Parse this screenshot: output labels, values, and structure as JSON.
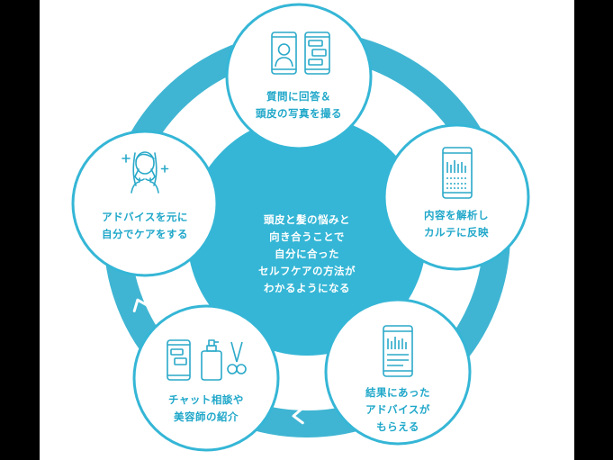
{
  "colors": {
    "accent": "#35b6d6",
    "ring": "#3fb5d3",
    "text": "#1fa7c9",
    "icon": "#2aa9c9",
    "background": "#ffffff"
  },
  "center": {
    "lines": [
      "頭皮と髪の悩みと",
      "向き合うことで",
      "自分に合った",
      "セルフケアの方法が",
      "わかるようになる"
    ]
  },
  "steps": [
    {
      "icon": "phone-chat-icon",
      "lines": [
        "質問に回答＆",
        "頭皮の写真を撮る"
      ]
    },
    {
      "icon": "phone-chart-icon",
      "lines": [
        "内容を解析し",
        "カルテに反映"
      ]
    },
    {
      "icon": "phone-report-icon",
      "lines": [
        "結果にあった",
        "アドバイスが",
        "もらえる"
      ]
    },
    {
      "icon": "salon-tools-icon",
      "lines": [
        "チャット相談や",
        "美容師の紹介"
      ]
    },
    {
      "icon": "woman-sparkle-icon",
      "lines": [
        "アドバイスを元に",
        "自分でケアをする"
      ]
    }
  ]
}
